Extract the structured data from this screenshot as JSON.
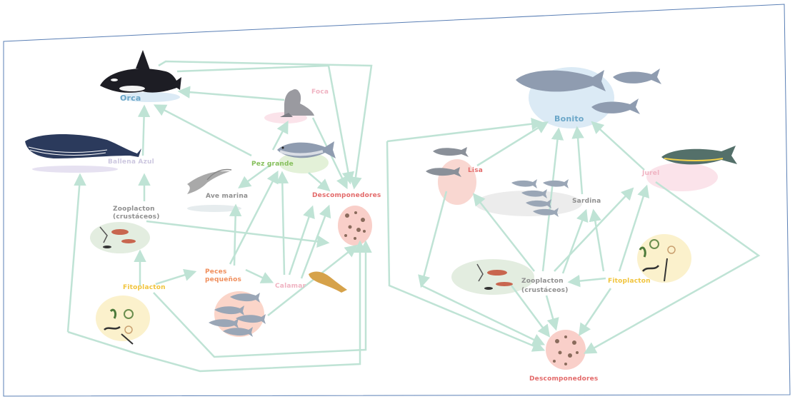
{
  "colors": {
    "arrow": "#bfe3d5",
    "border": "#5a7fb5",
    "blue_label": "#6aa6c8",
    "pink_label": "#f0b3c2",
    "green_label": "#86bf5c",
    "red_label": "#e36a6a",
    "gray_label": "#8f8f8f",
    "yellow_label": "#f1c43c",
    "orange_label": "#f08e5c"
  },
  "left_web": {
    "orca": "Orca",
    "ballena_azul": "Ballena Azul",
    "foca": "Foca",
    "pez_grande": "Pez grande",
    "ave_marina": "Ave marina",
    "descomponedores": "Descomponedores",
    "zooplacton_line1": "Zooplacton",
    "zooplacton_line2": "(crustáceos)",
    "fitoplacton": "Fitoplacton",
    "peces_line1": "Peces",
    "peces_line2": "pequeños",
    "calamar": "Calamar"
  },
  "right_web": {
    "bonito": "Bonito",
    "lisa": "Lisa",
    "jurel": "Jurel",
    "sardina": "Sardina",
    "zooplacton_line1": "Zooplacton",
    "zooplacton_line2": "(crustáceos)",
    "fitoplacton": "Fitoplacton",
    "descomponedores": "Descomponedores"
  }
}
